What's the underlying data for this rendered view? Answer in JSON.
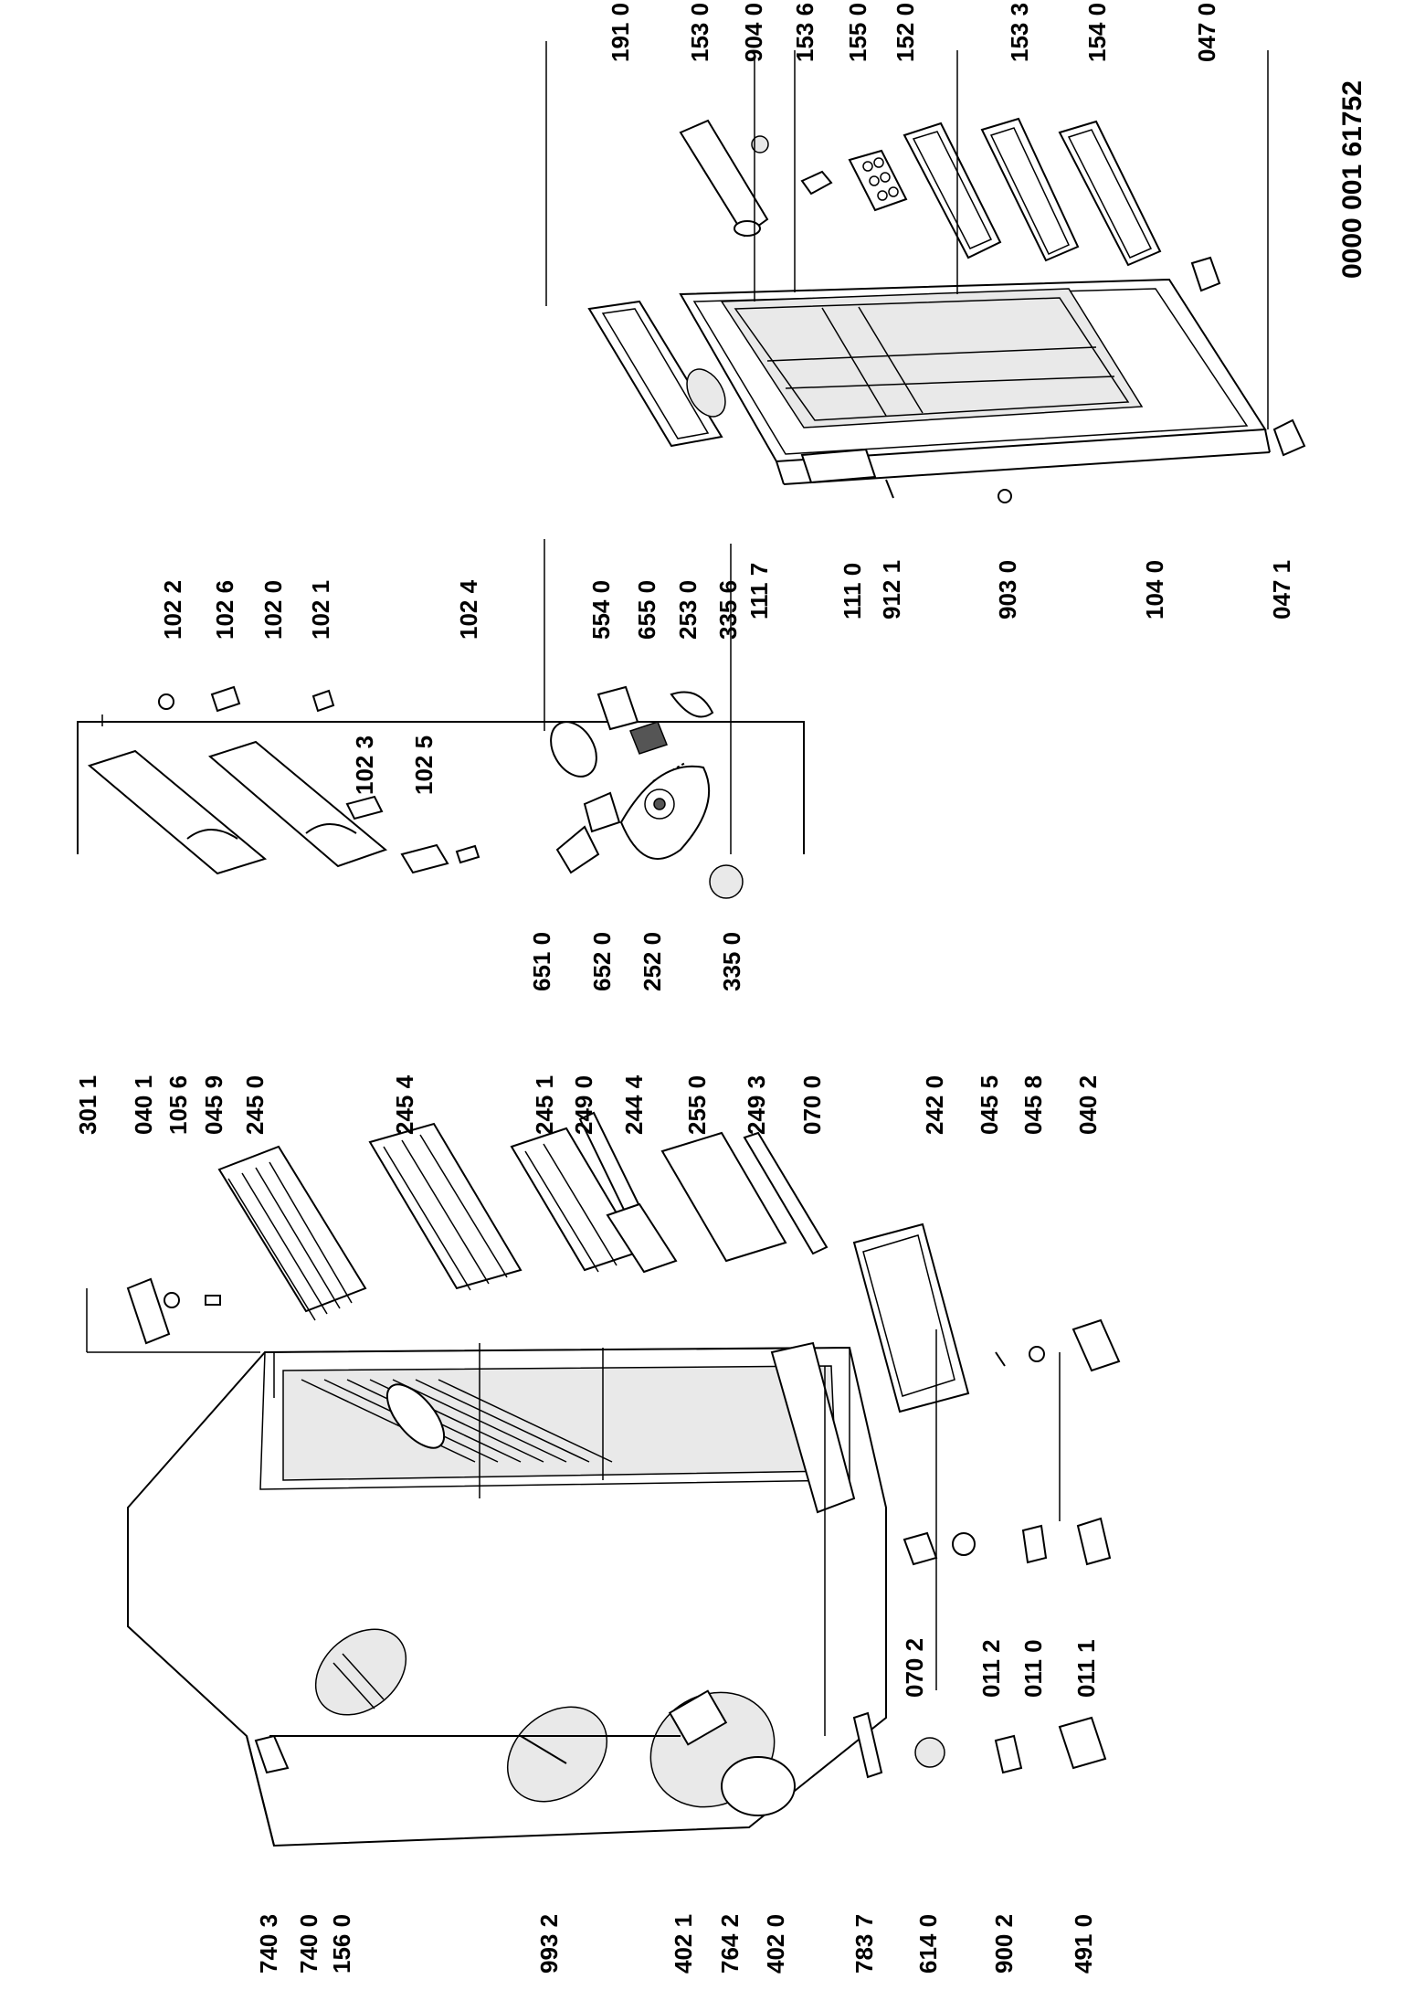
{
  "document_number": "0000 001 61752",
  "parts": {
    "p1910": "191 0",
    "p1530": "153 0",
    "p9040": "904 0",
    "p1536": "153 6",
    "p1550": "155 0",
    "p1520": "152 0",
    "p1533": "153 3",
    "p1540": "154 0",
    "p0470": "047 0",
    "p1117": "111 7",
    "p1110": "111 0",
    "p9121": "912 1",
    "p9030": "903 0",
    "p1040": "104 0",
    "p0471": "047 1",
    "p1022": "102 2",
    "p1026": "102 6",
    "p1020": "102 0",
    "p1021": "102 1",
    "p1024": "102 4",
    "p1023": "102 3",
    "p1025": "102 5",
    "p5540": "554 0",
    "p6550": "655 0",
    "p2530": "253 0",
    "p3356": "335 6",
    "p6510": "651 0",
    "p6520": "652 0",
    "p2520": "252 0",
    "p3350": "335 0",
    "p3011": "301 1",
    "p0401": "040 1",
    "p1056": "105 6",
    "p0459": "045 9",
    "p2450": "245 0",
    "p2454": "245 4",
    "p2451": "245 1",
    "p2490": "249 0",
    "p2444": "244 4",
    "p2550": "255 0",
    "p2493": "249 3",
    "p0700": "070 0",
    "p2420": "242 0",
    "p0455": "045 5",
    "p0458": "045 8",
    "p0402": "040 2",
    "p0702": "070 2",
    "p0112": "011 2",
    "p0110": "011 0",
    "p0111": "011 1",
    "p7403": "740 3",
    "p7400": "740 0",
    "p1560": "156 0",
    "p9932": "993 2",
    "p4021": "402 1",
    "p7642": "764 2",
    "p4020": "402 0",
    "p7837": "783 7",
    "p6140": "614 0",
    "p9002": "900 2",
    "p4910": "491 0"
  }
}
